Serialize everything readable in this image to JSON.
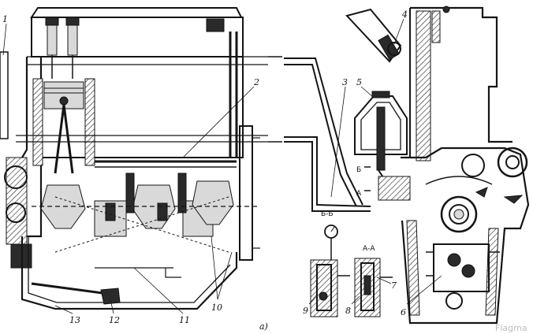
{
  "callouts": {
    "c1": "1",
    "c2": "2",
    "c3": "3",
    "c4": "4",
    "c5": "5",
    "c6": "6",
    "c7": "7",
    "c8": "8",
    "c9": "9",
    "c10": "10",
    "c11": "11",
    "c12": "12",
    "c13": "13"
  },
  "sections": {
    "bb": "Б-Б",
    "b": "Б",
    "a": "А",
    "aa": "А-А"
  },
  "figure_label": "а)",
  "watermark": "Flagma"
}
